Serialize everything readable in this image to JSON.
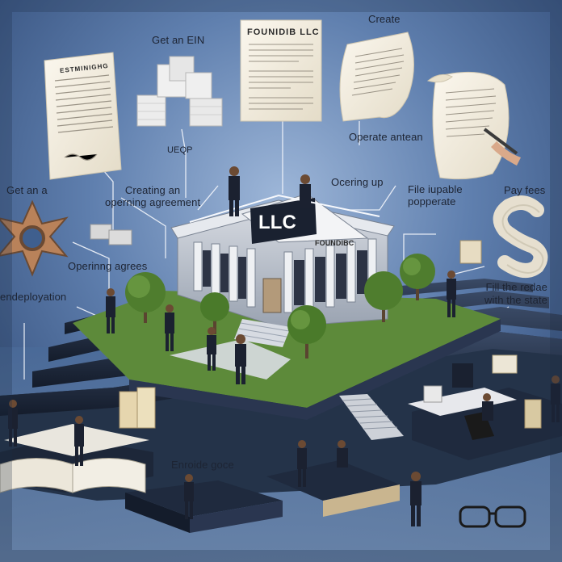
{
  "labels": {
    "get_ein": "Get an EIN",
    "create": "Create",
    "doc_founding": "FOUNIDIB LLC",
    "doc_left": "ESTMINIGHG",
    "uedp": "UEQP",
    "operate_antean": "Operate antean",
    "get_an_a": "Get an a",
    "creating_agreement": "Creating an\noperning agreement",
    "ocering_up": "Ocering up",
    "file_popperate": "File iupable\npopperate",
    "pay_fees": "Pay fees",
    "llc_sign": "LLC",
    "building_sign": "FOUNDIBC",
    "operating_agrees": "Operinng agrees",
    "endeployation": "endeployation",
    "fill_state": "Fill the redae\nwith the state",
    "enroide_goce": "Enroide goce"
  },
  "colors": {
    "background": "#3f5f8e",
    "platform": "#1f2a3d",
    "grass": "#5d8a3a",
    "building": "#c9ced6"
  }
}
